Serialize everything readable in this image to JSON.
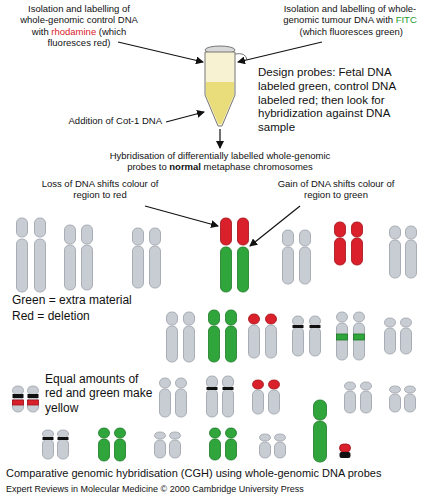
{
  "diagram": {
    "caption": "Comparative genomic hybridisation (CGH) using whole-genomic DNA probes",
    "labels": [
      "Isolation and labelling of whole-genomic control DNA with",
      "rhodamine",
      "(which fluoresces red)",
      "Isolation and labelling of whole-genomic tumour DNA with",
      "FITC",
      "(which fluoresces green)",
      "Design probes: Fetal DNA labeled green, control DNA labeled red; then look for hybridization against DNA sample",
      "Addition of Cot-1 DNA",
      "Hybridisation of differentially labelled whole-genomic probes to",
      "normal",
      "metaphase chromosomes",
      "Loss of DNA shifts colour of region to red",
      "Gain of DNA shifts colour of region to green",
      "Green = extra material",
      "Red = deletion",
      "Equal amounts of red and green make yellow",
      "Expert Reviews in Molecular Medicine © 2000 Cambridge University Press"
    ]
  }
}
